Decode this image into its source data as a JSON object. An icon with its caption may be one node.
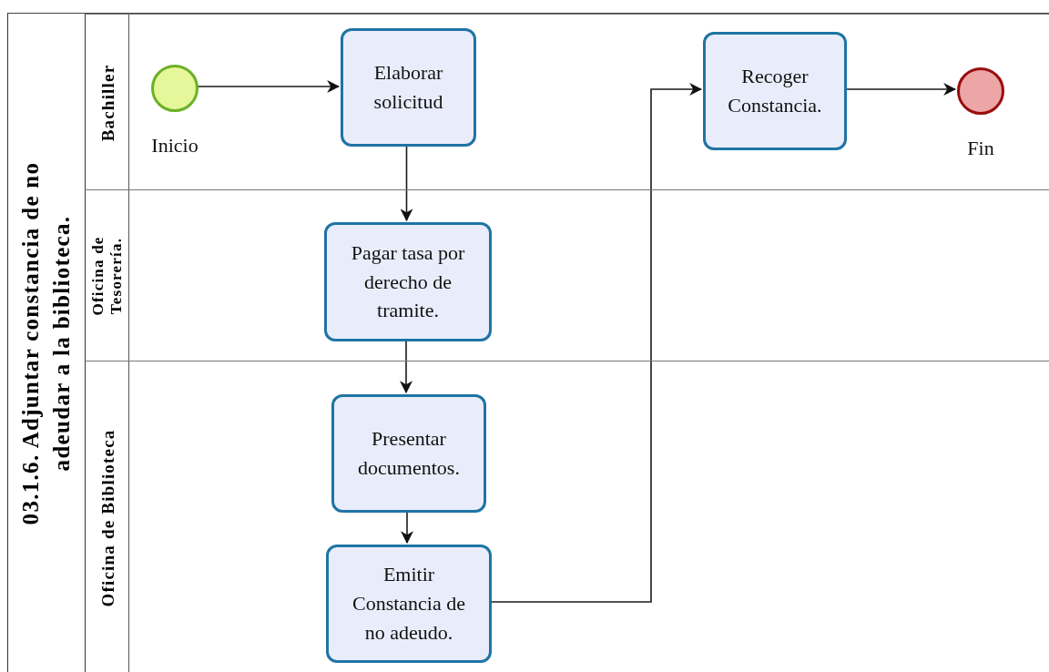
{
  "diagram": {
    "nodes": [
      {
        "text": [
          "03.1.6. Adjuntar constancia de no adeudar a la biblioteca."
        ]
      },
      {
        "text": [
          "Bachiller"
        ],
        "in": 0
      },
      {
        "text": [],
        "shape": "circle",
        "beside": [
          "Inicio"
        ],
        "in": 1
      },
      {
        "text": [
          "Elaborar solicitud"
        ],
        "in": 1
      },
      {
        "text": [
          "Recoger Constancia."
        ],
        "in": 1
      },
      {
        "text": [],
        "shape": "circle",
        "beside": [
          "Fin"
        ],
        "in": 1
      },
      {
        "text": [
          "Oficina de Tesorería."
        ],
        "in": 0
      },
      {
        "text": [
          "Pagar tasa por derecho de tramite."
        ],
        "in": 6
      },
      {
        "text": [
          "Oficina de Biblioteca"
        ],
        "in": 0
      },
      {
        "text": [
          "Presentar documentos."
        ],
        "in": 8
      },
      {
        "text": [
          "Emitir Constancia de no adeudo."
        ],
        "in": 8
      }
    ],
    "edges": [
      {
        "from": 2,
        "to": 3,
        "arrow": "to"
      },
      {
        "from": 3,
        "to": 7,
        "arrow": "to"
      },
      {
        "from": 7,
        "to": 9,
        "arrow": "to"
      },
      {
        "from": 9,
        "to": 10,
        "arrow": "to"
      },
      {
        "from": 10,
        "to": 4,
        "arrow": "to"
      },
      {
        "from": 4,
        "to": 5,
        "arrow": "to"
      }
    ]
  }
}
